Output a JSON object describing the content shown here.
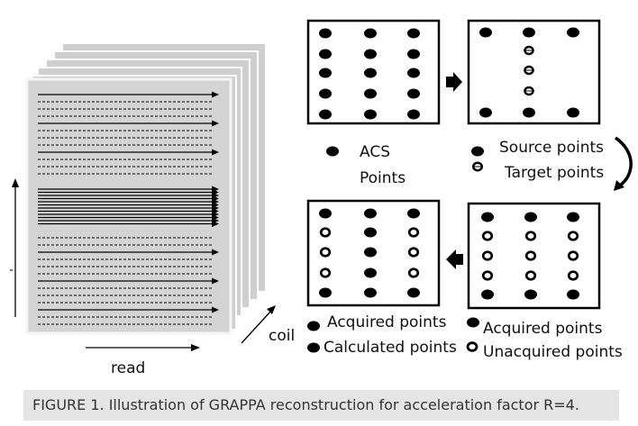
{
  "labels": {
    "read": "read",
    "coil": "coil",
    "acs_line1": "ACS",
    "acs_line2": "Points",
    "source_points": "Source points",
    "target_points": "Target points",
    "acquired_points_left": "Acquired points",
    "calculated_points": "Calculated points",
    "acquired_points_right": "Acquired points",
    "unacquired_points": "Unacquired points"
  },
  "caption": "FIGURE 1. Illustration of GRAPPA reconstruction for acceleration factor R=4.",
  "colors": {
    "stack_fill": "#d0d0d0",
    "stack_border": "#f2f2f2",
    "ink": "#000000",
    "caption_bg": "#e5e5e5",
    "caption_text": "#333333"
  }
}
